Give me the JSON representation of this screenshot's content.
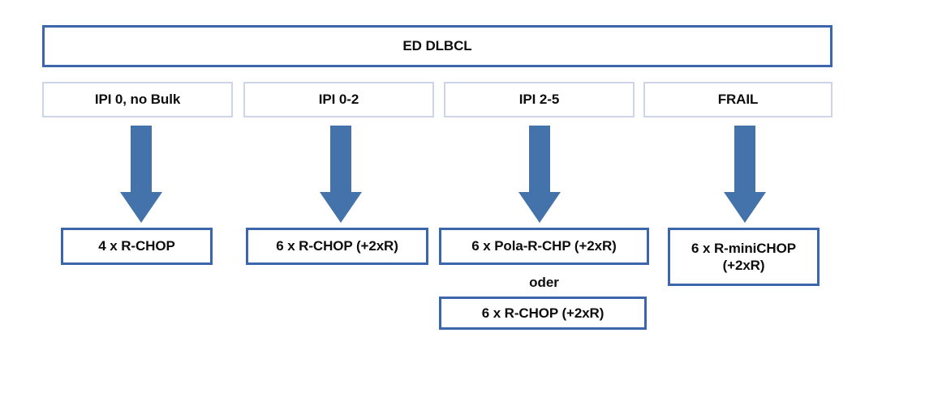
{
  "diagram": {
    "title": "ED DLBCL",
    "type": "treatment-algorithm-flowchart",
    "language": "de",
    "colors": {
      "box_border_strong": "#3c66ab",
      "box_border_light": "#ccd5ea",
      "arrow_fill": "#4472ab",
      "text": "#0d0d0d",
      "background": "#ffffff"
    },
    "root": {
      "label": "ED DLBCL"
    },
    "risk_groups": [
      {
        "label": "IPI 0, no Bulk"
      },
      {
        "label": "IPI 0-2"
      },
      {
        "label": "IPI 2-5"
      },
      {
        "label": "FRAIL"
      }
    ],
    "arrows": [
      {
        "name": "arrow-ipi0-nobulk",
        "direction": "down"
      },
      {
        "name": "arrow-ipi0-2",
        "direction": "down"
      },
      {
        "name": "arrow-ipi2-5",
        "direction": "down"
      },
      {
        "name": "arrow-frail",
        "direction": "down"
      }
    ],
    "treatments": [
      {
        "label": "4 x R-CHOP"
      },
      {
        "label": "6 x R-CHOP (+2xR)"
      },
      {
        "label": "6 x Pola-R-CHP (+2xR)"
      },
      {
        "label": "6 x R-miniCHOP\n(+2xR)",
        "line1": "6 x R-miniCHOP",
        "line2": "(+2xR)"
      }
    ],
    "alternative": {
      "connector_label": "oder",
      "label": "6 x R-CHOP (+2xR)"
    }
  }
}
